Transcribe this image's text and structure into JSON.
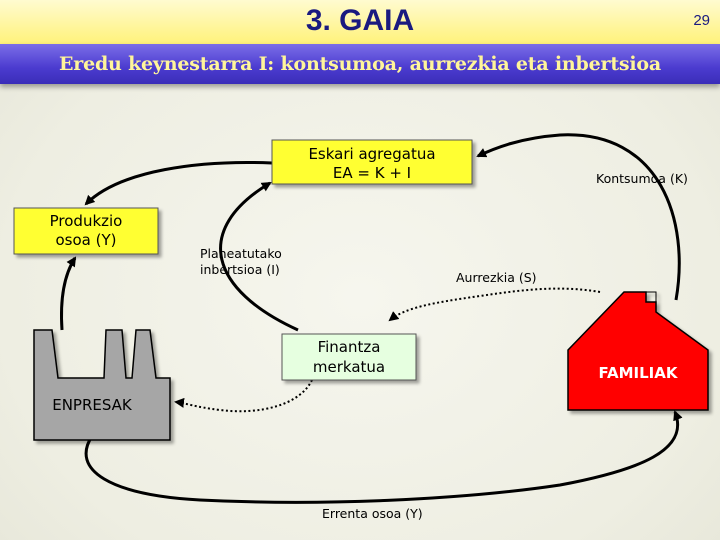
{
  "title": "3. GAIA",
  "page_number": "29",
  "subtitle": "Eredu keynestarra I: kontsumoa, aurrezkia eta inbertsioa",
  "boxes": {
    "demand_line1": "Eskari agregatua",
    "demand_line2": "EA = K + I",
    "production_line1": "Produkzio",
    "production_line2": "osoa (Y)",
    "financial_line1": "Finantza",
    "financial_line2": "merkatua",
    "firms": "ENPRESAK",
    "households": "FAMILIAK"
  },
  "flows": {
    "consumption": "Kontsumoa (K)",
    "investment_line1": "Planeatutako",
    "investment_line2": "inbertsioa (I)",
    "savings": "Aurrezkia (S)",
    "income": "Errenta osoa (Y)"
  },
  "colors": {
    "yellow_box": "#ffff33",
    "green_box": "#e6ffe0",
    "factory_gray": "#a6a6a6",
    "house_red": "#ff0000"
  }
}
